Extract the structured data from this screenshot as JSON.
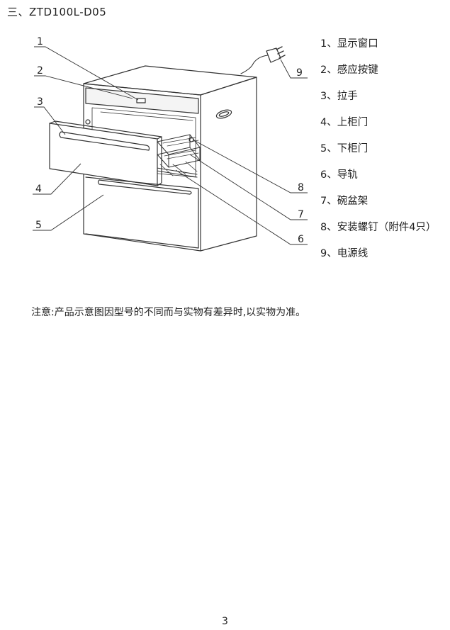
{
  "heading": "三、ZTD100L-D05",
  "callouts": [
    "1",
    "2",
    "3",
    "4",
    "5",
    "6",
    "7",
    "8",
    "9"
  ],
  "legend": [
    "1、显示窗口",
    "2、感应按键",
    "3、拉手",
    "4、上柜门",
    "5、下柜门",
    "6、导轨",
    "7、碗盆架",
    "8、安装螺钉（附件4只）",
    "9、电源线"
  ],
  "note": "注意:产品示意图因型号的不同而与实物有差异时,以实物为准。",
  "page_number": "3"
}
